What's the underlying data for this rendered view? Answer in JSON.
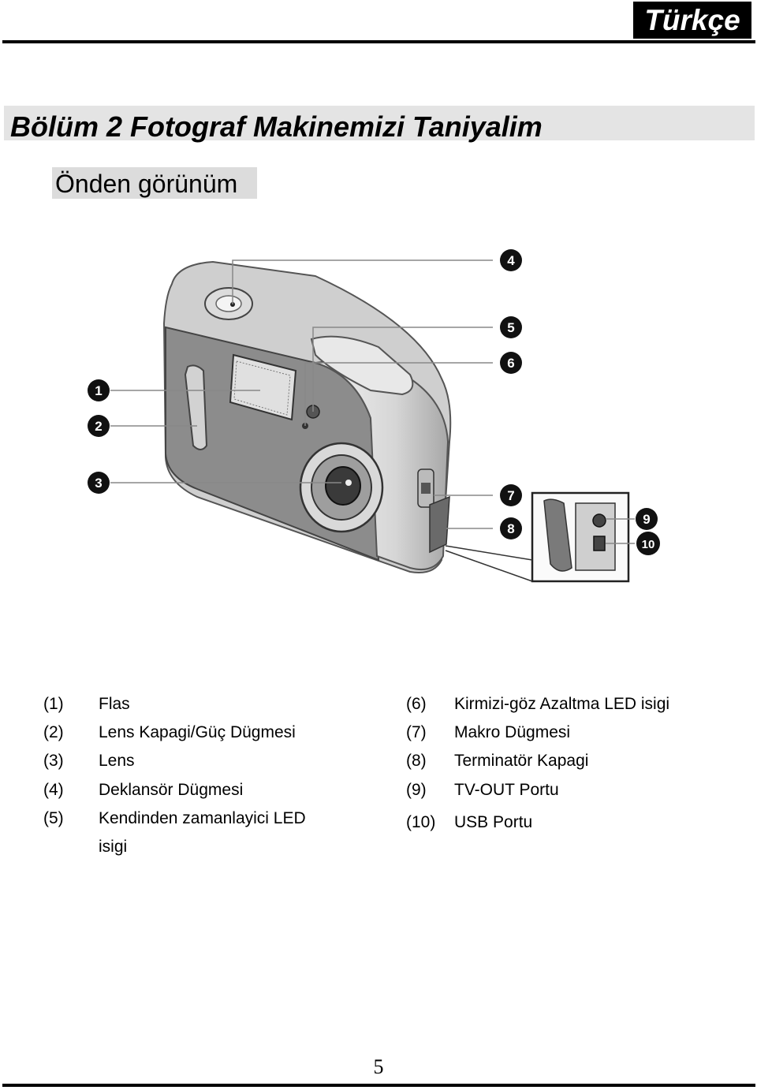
{
  "header": {
    "language": "Türkçe"
  },
  "chapter": {
    "title": "Bölüm 2 Fotograf Makinemizi Taniyalim"
  },
  "section": {
    "title": "Önden görünüm"
  },
  "figure": {
    "callouts": [
      "1",
      "2",
      "3",
      "4",
      "5",
      "6",
      "7",
      "8",
      "9",
      "10"
    ]
  },
  "legend": [
    {
      "num": "(1)",
      "text": "Flas"
    },
    {
      "num": "(2)",
      "text": "Lens Kapagi/Güç Dügmesi"
    },
    {
      "num": "(3)",
      "text": "Lens"
    },
    {
      "num": "(4)",
      "text": "Deklansör Dügmesi"
    },
    {
      "num": "(5)",
      "text": "Kendinden zamanlayici LED",
      "text2": "isigi"
    },
    {
      "num": "(6)",
      "text": "Kirmizi-göz Azaltma LED isigi"
    },
    {
      "num": "(7)",
      "text": "Makro Dügmesi"
    },
    {
      "num": "(8)",
      "text": "Terminatör Kapagi"
    },
    {
      "num": "(9)",
      "text": "TV-OUT Portu"
    },
    {
      "num": "(10)",
      "text": "USB Portu"
    }
  ],
  "footer": {
    "page_number": "5"
  }
}
